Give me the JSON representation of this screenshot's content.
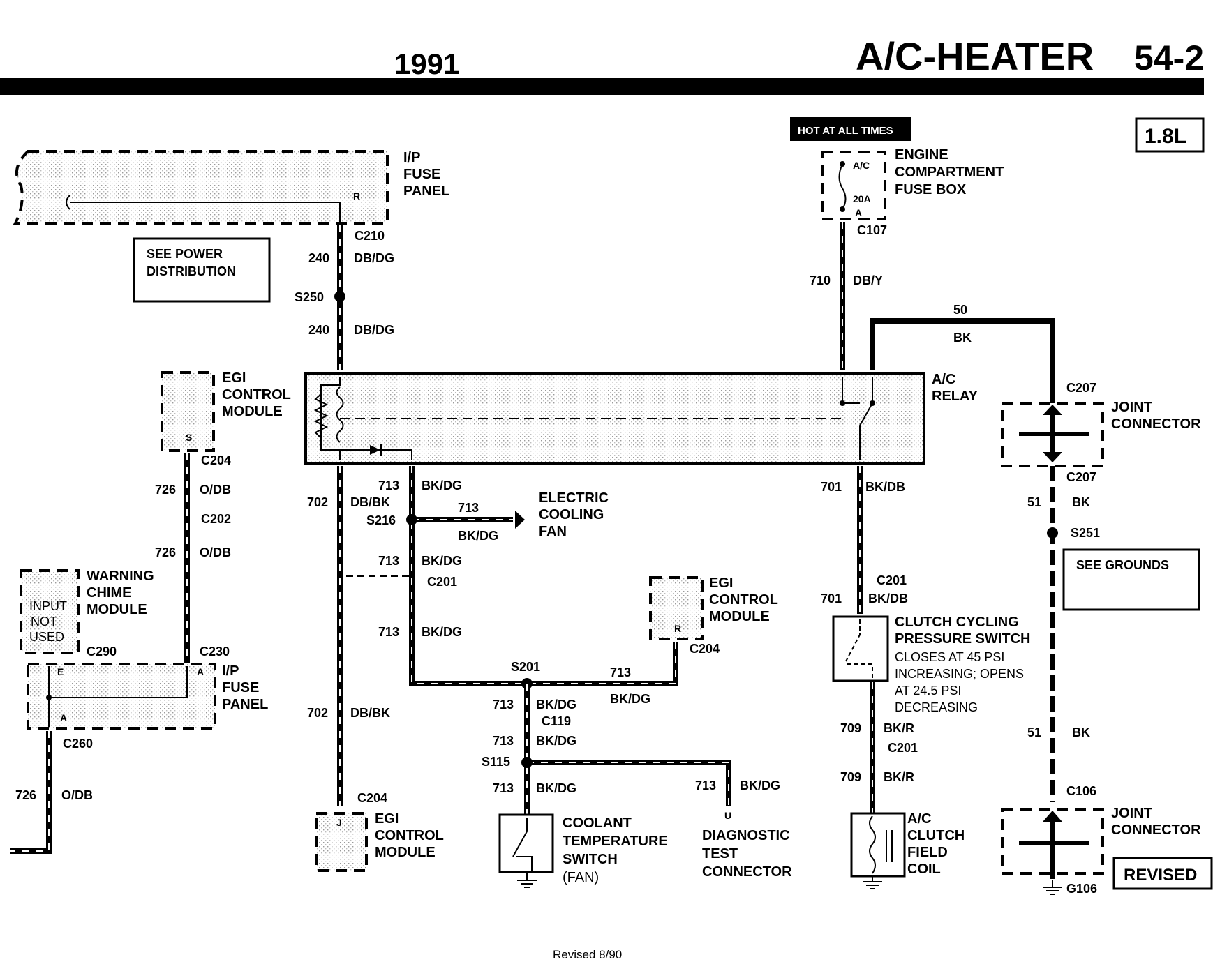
{
  "header": {
    "year": "1991",
    "title": "A/C-HEATER",
    "page": "54-2",
    "engine": "1.8L"
  },
  "hot_label": "HOT AT ALL TIMES",
  "components": {
    "ip_fuse_panel_top": [
      "I/P",
      "FUSE",
      "PANEL"
    ],
    "see_power": [
      "SEE POWER",
      "DISTRIBUTION"
    ],
    "engine_fuse_box": [
      "ENGINE",
      "COMPARTMENT",
      "FUSE BOX"
    ],
    "fuse": {
      "name": "A/C",
      "rating": "20A",
      "pin": "A"
    },
    "egi_top": [
      "EGI",
      "CONTROL",
      "MODULE"
    ],
    "egi_top_pin": "S",
    "ac_relay": [
      "A/C",
      "RELAY"
    ],
    "joint_connector_top": [
      "JOINT",
      "CONNECTOR"
    ],
    "electric_fan": [
      "ELECTRIC",
      "COOLING",
      "FAN"
    ],
    "warning_chime": [
      "WARNING",
      "CHIME",
      "MODULE"
    ],
    "input_not_used": [
      "INPUT",
      "NOT",
      "USED"
    ],
    "ip_fuse_panel_left": [
      "I/P",
      "FUSE",
      "PANEL"
    ],
    "egi_mid": [
      "EGI",
      "CONTROL",
      "MODULE"
    ],
    "egi_mid_pin": "R",
    "clutch_switch": [
      "CLUTCH CYCLING",
      "PRESSURE SWITCH"
    ],
    "clutch_desc": [
      "CLOSES AT 45 PSI",
      "INCREASING; OPENS",
      "AT 24.5 PSI",
      "DECREASING"
    ],
    "see_grounds": "SEE GROUNDS",
    "egi_bottom": [
      "EGI",
      "CONTROL",
      "MODULE"
    ],
    "egi_bottom_pin": "J",
    "coolant_switch": [
      "COOLANT",
      "TEMPERATURE",
      "SWITCH",
      "(FAN)"
    ],
    "diag_connector": [
      "DIAGNOSTIC",
      "TEST",
      "CONNECTOR"
    ],
    "diag_pin": "U",
    "ac_clutch": [
      "A/C",
      "CLUTCH",
      "FIELD",
      "COIL"
    ],
    "joint_connector_bottom": [
      "JOINT",
      "CONNECTOR"
    ],
    "revised_badge": "REVISED"
  },
  "pins": {
    "R": "R",
    "E": "E",
    "A": "A"
  },
  "connectors": {
    "c210": "C210",
    "s250": "S250",
    "c107": "C107",
    "c204": "C204",
    "c202": "C202",
    "c290": "C290",
    "c230": "C230",
    "c260": "C260",
    "s216": "S216",
    "c201": "C201",
    "s201": "S201",
    "c119": "C119",
    "s115": "S115",
    "c207": "C207",
    "s251": "S251",
    "c106": "C106",
    "g106": "G106"
  },
  "wires": {
    "w240": {
      "circuit": "240",
      "color": "DB/DG"
    },
    "w710": {
      "circuit": "710",
      "color": "DB/Y"
    },
    "w50": {
      "circuit": "50",
      "color": "BK"
    },
    "w726": {
      "circuit": "726",
      "color": "O/DB"
    },
    "w702": {
      "circuit": "702",
      "color": "DB/BK"
    },
    "w713": {
      "circuit": "713",
      "color": "BK/DG"
    },
    "w701": {
      "circuit": "701",
      "color": "BK/DB"
    },
    "w51": {
      "circuit": "51",
      "color": "BK"
    },
    "w709": {
      "circuit": "709",
      "color": "BK/R"
    }
  },
  "footer": "Revised 8/90"
}
